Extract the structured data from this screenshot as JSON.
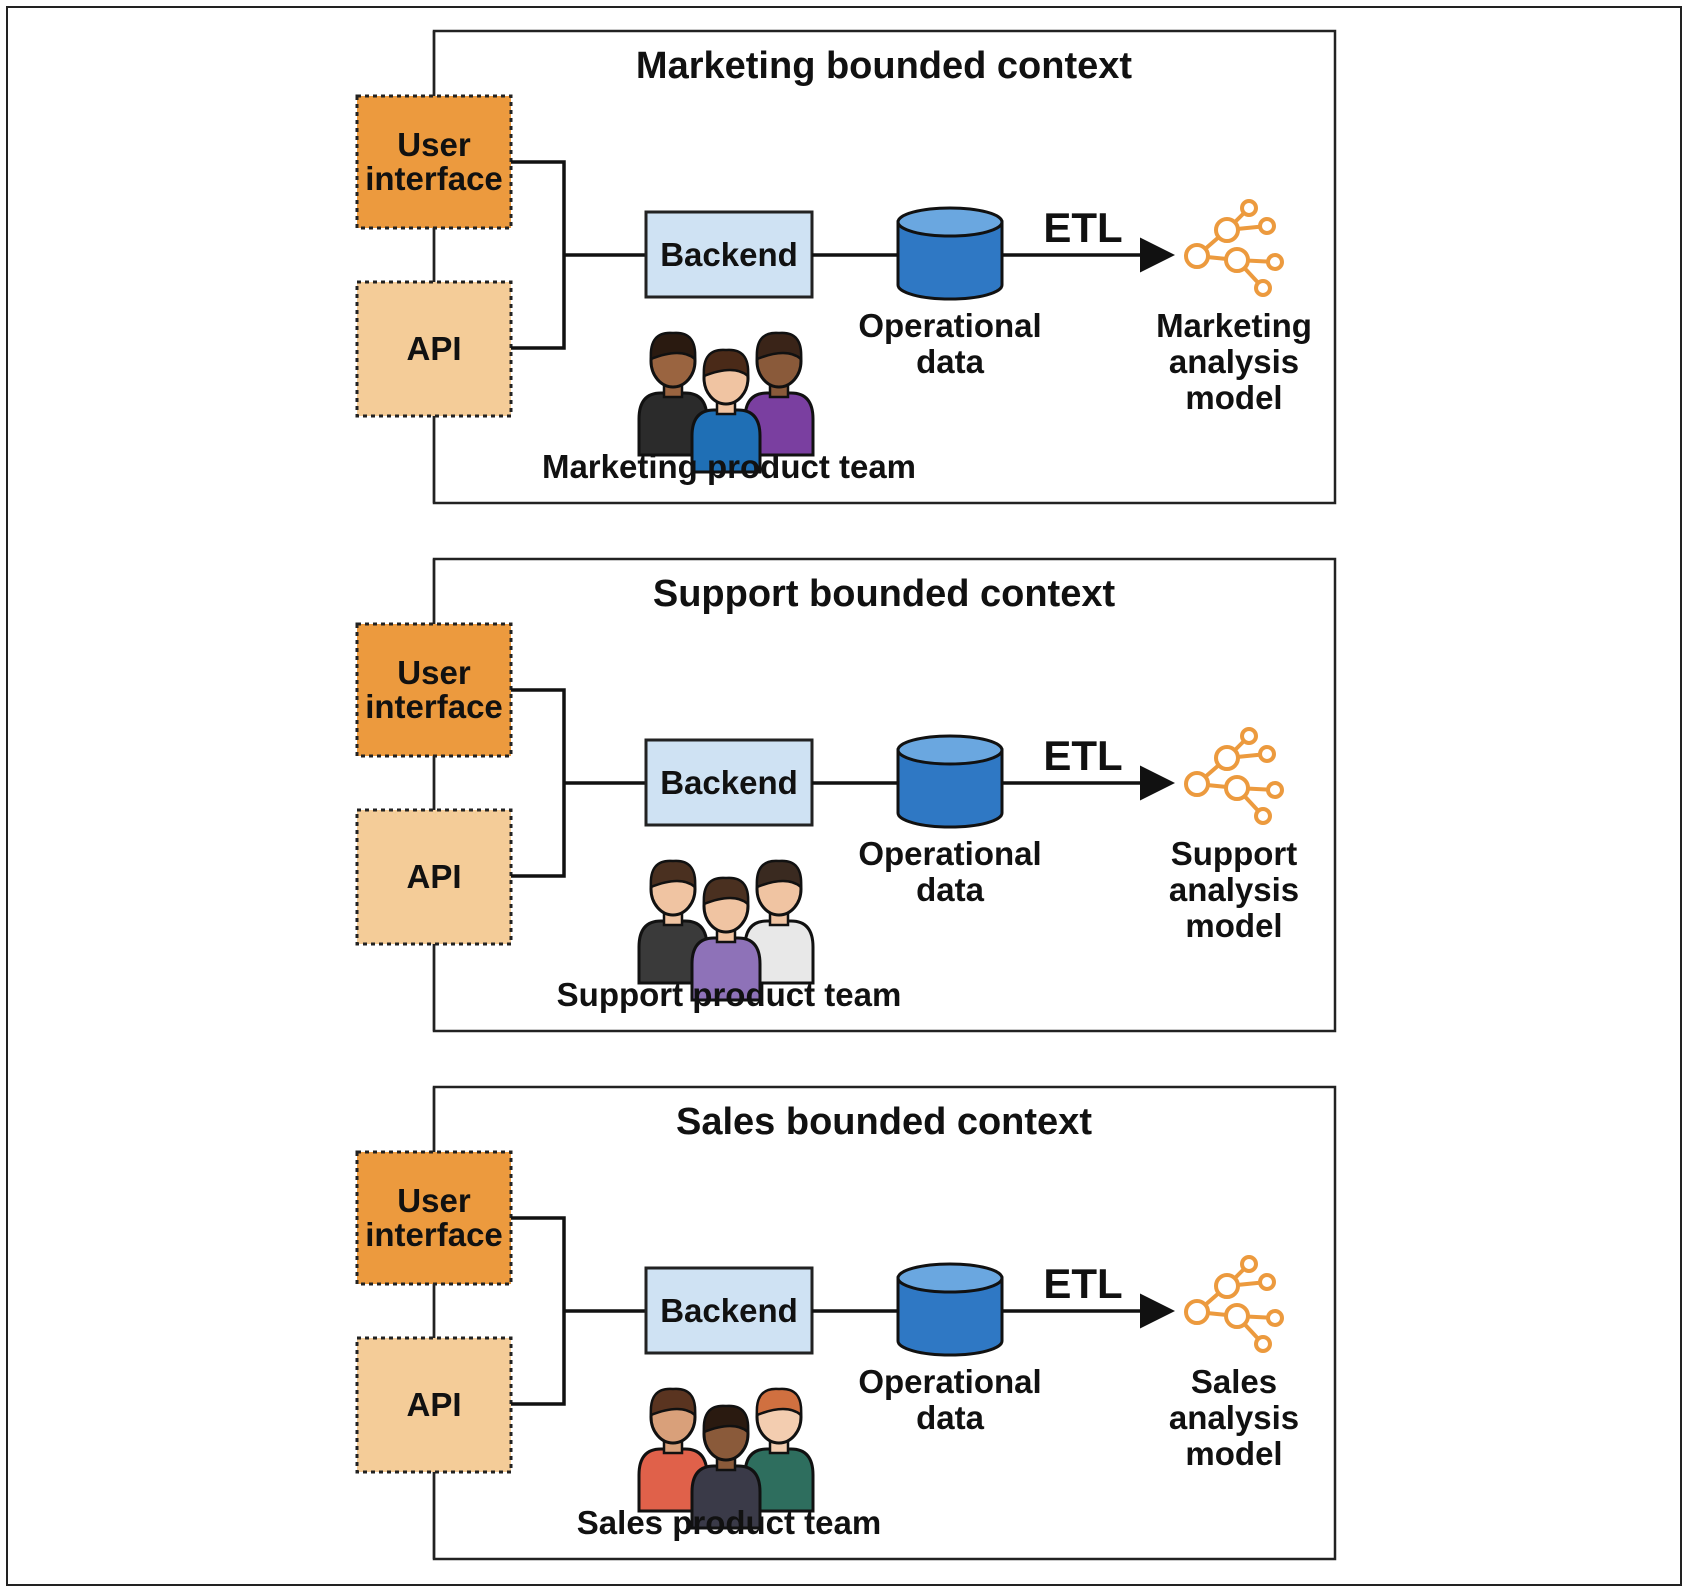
{
  "contexts": [
    {
      "title": "Marketing bounded context",
      "ui_label": [
        "User",
        "interface"
      ],
      "api_label": "API",
      "backend_label": "Backend",
      "db_label": [
        "Operational",
        "data"
      ],
      "etl_label": "ETL",
      "model_label": [
        "Marketing",
        "analysis",
        "model"
      ],
      "team_label": "Marketing product team",
      "team_colors": {
        "left": "#2b2b2b",
        "center": "#1f6fb5",
        "right": "#7a3fa0",
        "skin_left": "#9a6440",
        "skin_center": "#f0c4a2",
        "skin_right": "#8a5a3a",
        "hair_left": "#2a1a10",
        "hair_center": "#4a2a18",
        "hair_right": "#3a2418"
      }
    },
    {
      "title": "Support bounded context",
      "ui_label": [
        "User",
        "interface"
      ],
      "api_label": "API",
      "backend_label": "Backend",
      "db_label": [
        "Operational",
        "data"
      ],
      "etl_label": "ETL",
      "model_label": [
        "Support",
        "analysis",
        "model"
      ],
      "team_label": "Support product team",
      "team_colors": {
        "left": "#3a3a3a",
        "center": "#8e72b8",
        "right": "#e8e8e8",
        "skin_left": "#f0c4a2",
        "skin_center": "#f0c4a2",
        "skin_right": "#f0c4a2",
        "hair_left": "#4a3020",
        "hair_center": "#4a3020",
        "hair_right": "#3a2a20"
      }
    },
    {
      "title": "Sales bounded context",
      "ui_label": [
        "User",
        "interface"
      ],
      "api_label": "API",
      "backend_label": "Backend",
      "db_label": [
        "Operational",
        "data"
      ],
      "etl_label": "ETL",
      "model_label": [
        "Sales",
        "analysis",
        "model"
      ],
      "team_label": "Sales product team",
      "team_colors": {
        "left": "#e0614a",
        "center": "#3a3a48",
        "right": "#2e6e5e",
        "skin_left": "#d9a07a",
        "skin_center": "#8a5a3a",
        "skin_right": "#f3cdb0",
        "hair_left": "#5a3420",
        "hair_center": "#2a1a10",
        "hair_right": "#d07040"
      }
    }
  ],
  "colors": {
    "ui_fill": "#ec9a3e",
    "api_fill": "#f4cc98",
    "backend_fill": "#cfe2f3",
    "db_fill": "#2f78c4",
    "db_top": "#6aa7e0",
    "model_icon": "#ec9a3e",
    "line": "#111111"
  },
  "icons": {
    "model": "network-graph-icon",
    "db": "database-cylinder-icon",
    "team": "people-group-icon"
  }
}
